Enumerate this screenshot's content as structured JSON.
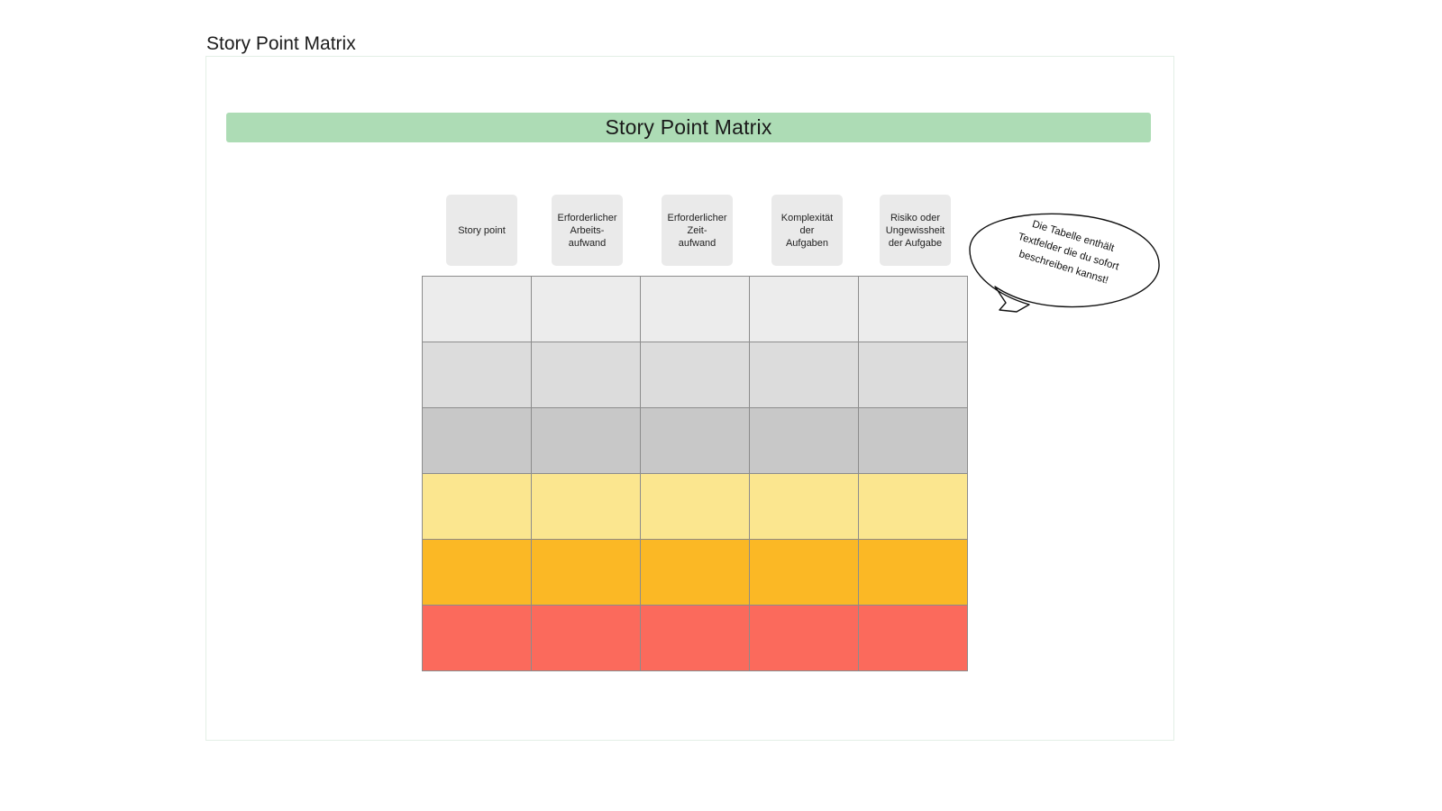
{
  "page": {
    "title": "Story Point Matrix"
  },
  "banner": {
    "title": "Story Point Matrix",
    "color": "#addcb5"
  },
  "columns": [
    {
      "label": "Story point"
    },
    {
      "label": "Erforderlicher\nArbeits-\naufwand"
    },
    {
      "label": "Erforderlicher\nZeit-\naufwand"
    },
    {
      "label": "Komplexität\nder\nAufgaben"
    },
    {
      "label": "Risiko oder\nUngewissheit\nder Aufgabe"
    }
  ],
  "matrix": {
    "column_count": 5,
    "row_count": 6,
    "rows": [
      {
        "level": 1,
        "color": "#ececec",
        "cells": [
          "",
          "",
          "",
          "",
          ""
        ]
      },
      {
        "level": 2,
        "color": "#dcdcdc",
        "cells": [
          "",
          "",
          "",
          "",
          ""
        ]
      },
      {
        "level": 3,
        "color": "#c8c8c8",
        "cells": [
          "",
          "",
          "",
          "",
          ""
        ]
      },
      {
        "level": 4,
        "color": "#fbe68f",
        "cells": [
          "",
          "",
          "",
          "",
          ""
        ]
      },
      {
        "level": 5,
        "color": "#fbb825",
        "cells": [
          "",
          "",
          "",
          "",
          ""
        ]
      },
      {
        "level": 6,
        "color": "#fb6a5c",
        "cells": [
          "",
          "",
          "",
          "",
          ""
        ]
      }
    ]
  },
  "callout": {
    "lines": [
      "Die Tabelle enthält",
      "Textfelder die du sofort",
      "beschreiben kannst!"
    ],
    "full_text": "Die Tabelle enthält Textfelder die du sofort beschreiben kannst!"
  }
}
